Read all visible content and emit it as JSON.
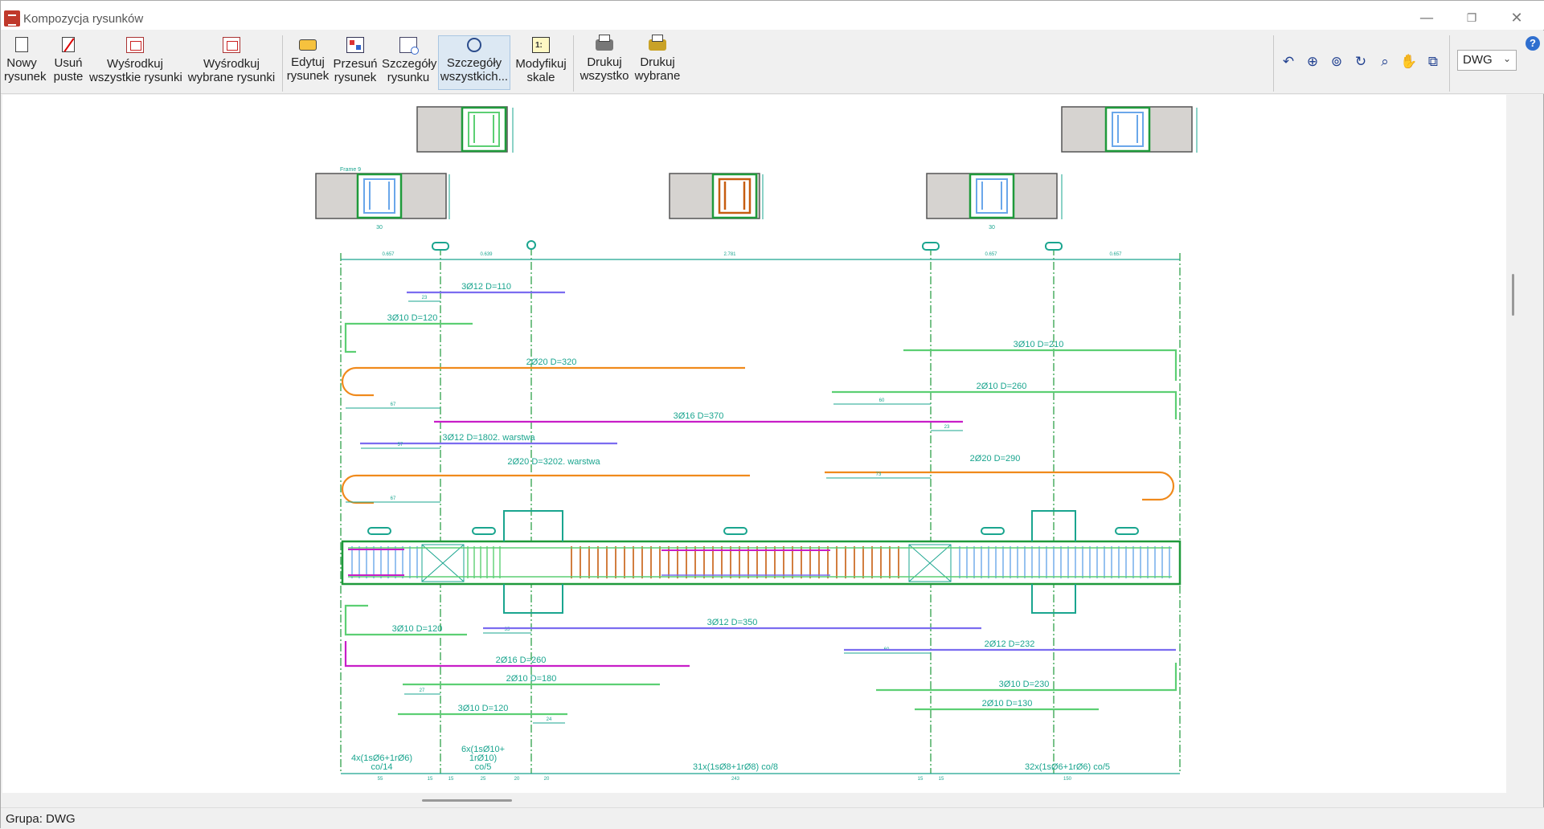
{
  "window": {
    "title": "Kompozycja rysunków",
    "controls": {
      "minimize": "—",
      "restore": "❐",
      "close": "✕"
    }
  },
  "toolbar": {
    "buttons": [
      {
        "line1": "Nowy",
        "line2": "rysunek",
        "icon": "new-document-icon"
      },
      {
        "line1": "Usuń",
        "line2": "puste",
        "icon": "delete-empty-icon"
      },
      {
        "line1": "Wyśrodkuj",
        "line2": "wszystkie rysunki",
        "icon": "center-all-icon"
      },
      {
        "line1": "Wyśrodkuj",
        "line2": "wybrane rysunki",
        "icon": "center-selected-icon"
      },
      {
        "line1": "Edytuj",
        "line2": "rysunek",
        "icon": "edit-drawing-icon"
      },
      {
        "line1": "Przesuń",
        "line2": "rysunek",
        "icon": "move-drawing-icon"
      },
      {
        "line1": "Szczegóły",
        "line2": "rysunku",
        "icon": "drawing-details-icon"
      },
      {
        "line1": "Szczegóły",
        "line2": "wszystkich...",
        "icon": "all-details-icon"
      },
      {
        "line1": "Modyfikuj",
        "line2": "skale",
        "icon": "modify-scale-icon"
      },
      {
        "line1": "Drukuj",
        "line2": "wszystko",
        "icon": "print-all-icon"
      },
      {
        "line1": "Drukuj",
        "line2": "wybrane",
        "icon": "print-selected-icon"
      }
    ],
    "view_tools": [
      "zoom-previous-icon",
      "zoom-extents-icon",
      "zoom-2x-icon",
      "redraw-icon",
      "zoom-window-icon",
      "pan-hand-icon",
      "select-window-icon"
    ],
    "format_select": "DWG",
    "help": "?"
  },
  "drawing": {
    "frame_label": "Frame 9",
    "section_dim_width": "30",
    "section_dim_height": "30",
    "span_labels": [
      "0.657",
      "0.639",
      "2.781",
      "0.657",
      "0.657"
    ],
    "bar_labels": {
      "top1": "3Ø12 D=110",
      "top2": "3Ø10 D=120",
      "top3": "3Ø10 D=210",
      "top4": "2Ø20 D=320",
      "top5": "2Ø10 D=260",
      "top6": "3Ø16 D=370",
      "top7": "3Ø12 D=1802. warstwa",
      "top8": "2Ø20 D=3202. warstwa",
      "top9": "2Ø20 D=290",
      "bot1": "3Ø10 D=120",
      "bot2": "3Ø12 D=350",
      "bot3": "2Ø12 D=232",
      "bot4": "2Ø16 D=260",
      "bot5": "2Ø10 D=180",
      "bot6": "3Ø10 D=230",
      "bot7": "2Ø10 D=130",
      "bot8": "3Ø10 D=120"
    },
    "anchor_dims": [
      "23",
      "67",
      "60",
      "23",
      "57",
      "73",
      "67",
      "35",
      "60",
      "27",
      "24"
    ],
    "stirrup_labels": {
      "zone1": "4x(1sØ6+1rØ6)",
      "zone1b": "co/14",
      "zone2": "6x(1sØ10+",
      "zone2b": "1rØ10)",
      "zone2c": "co/5",
      "zone3": "31x(1sØ8+1rØ8) co/8",
      "zone4": "32x(1sØ6+1rØ6) co/5"
    },
    "bottom_dims": [
      "55",
      "15",
      "15",
      "25",
      "20",
      "20",
      "243",
      "15",
      "15",
      "150"
    ]
  },
  "status": {
    "text": "Grupa: DWG"
  },
  "colors": {
    "green": "#1f9a3b",
    "teal": "#1aa58f",
    "orange": "#f08a1c",
    "purple": "#7b6cf0",
    "magenta": "#c81ec8",
    "lightgreen": "#5ccf73",
    "blue": "#6aa7ea",
    "brown": "#c65d10"
  }
}
